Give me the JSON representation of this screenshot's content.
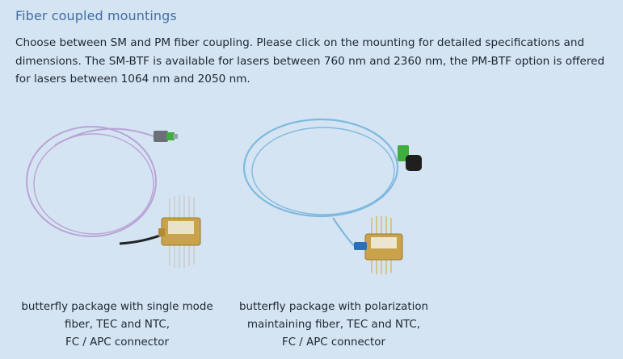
{
  "section": {
    "title": "Fiber coupled mountings",
    "description": "Choose between SM and PM fiber coupling. Please click on the mounting for detailed specifications and dimensions. The SM-BTF is available for lasers between 760 nm and 2360 nm, the PM-BTF option is offered for lasers between 1064 nm and 2050 nm."
  },
  "products": [
    {
      "image_icon": "butterfly-sm-fiber-image",
      "fiber_color": "#b9a3d6",
      "caption_lines": [
        "butterfly package with single mode",
        "fiber, TEC and NTC,",
        "FC / APC connector"
      ]
    },
    {
      "image_icon": "butterfly-pm-fiber-image",
      "fiber_color": "#7fb9e0",
      "caption_lines": [
        "butterfly package with polarization",
        "maintaining fiber, TEC and NTC,",
        "FC / APC connector"
      ]
    }
  ]
}
